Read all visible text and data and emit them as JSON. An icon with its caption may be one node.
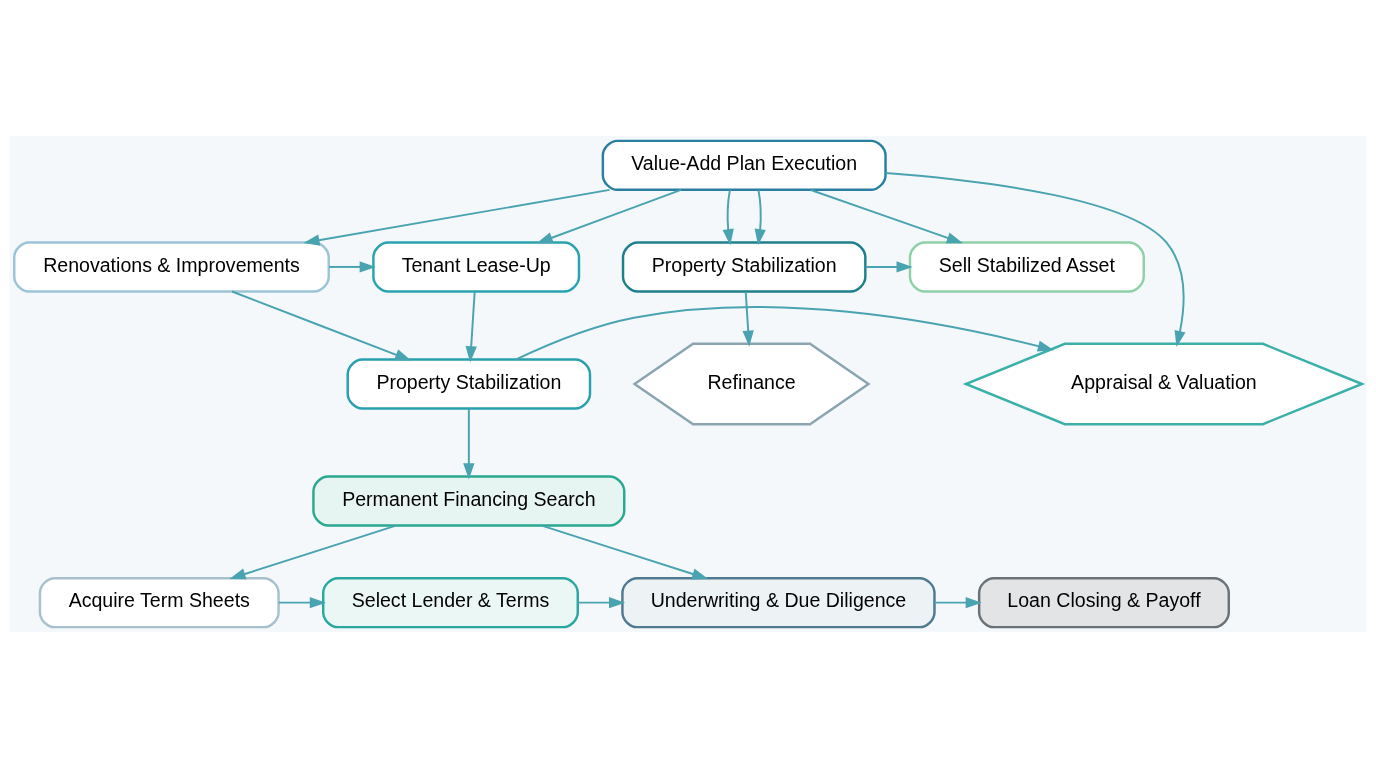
{
  "diagram": {
    "nodes": [
      {
        "text": [
          "Value-Add Plan Execution"
        ]
      },
      {
        "text": [
          "Renovations & Improvements"
        ]
      },
      {
        "text": [
          "Tenant Lease-Up"
        ]
      },
      {
        "text": [
          "Property Stabilization"
        ]
      },
      {
        "text": [
          "Sell Stabilized Asset"
        ]
      },
      {
        "text": [
          "Property Stabilization"
        ]
      },
      {
        "text": [
          "Appraisal & Valuation"
        ]
      },
      {
        "text": [
          "Refinance"
        ]
      },
      {
        "text": [
          "Permanent Financing Search"
        ]
      },
      {
        "text": [
          "Acquire Term Sheets"
        ]
      },
      {
        "text": [
          "Select Lender & Terms"
        ]
      },
      {
        "text": [
          "Underwriting & Due Diligence"
        ]
      },
      {
        "text": [
          "Loan Closing & Payoff"
        ]
      }
    ],
    "edges": [
      {
        "from": 0,
        "to": 1,
        "arrow": "to"
      },
      {
        "from": 0,
        "to": 2,
        "arrow": "to"
      },
      {
        "from": 0,
        "to": 3,
        "arrow": "to"
      },
      {
        "from": 0,
        "to": 4,
        "arrow": "to"
      },
      {
        "from": 0,
        "to": 6,
        "arrow": "to"
      },
      {
        "from": 0,
        "to": 3,
        "arrow": "to"
      },
      {
        "from": 1,
        "to": 2,
        "arrow": "to"
      },
      {
        "from": 1,
        "to": 5,
        "arrow": "to"
      },
      {
        "from": 2,
        "to": 5,
        "arrow": "to"
      },
      {
        "from": 5,
        "to": 6,
        "arrow": "to"
      },
      {
        "from": 5,
        "to": 8,
        "arrow": "to"
      },
      {
        "from": 3,
        "to": 4,
        "arrow": "to"
      },
      {
        "from": 3,
        "to": 7,
        "arrow": "to"
      },
      {
        "from": 8,
        "to": 9,
        "arrow": "to"
      },
      {
        "from": 8,
        "to": 11,
        "arrow": "to"
      },
      {
        "from": 9,
        "to": 10,
        "arrow": "to"
      },
      {
        "from": 10,
        "to": 11,
        "arrow": "to"
      },
      {
        "from": 11,
        "to": 12,
        "arrow": "to"
      }
    ]
  }
}
